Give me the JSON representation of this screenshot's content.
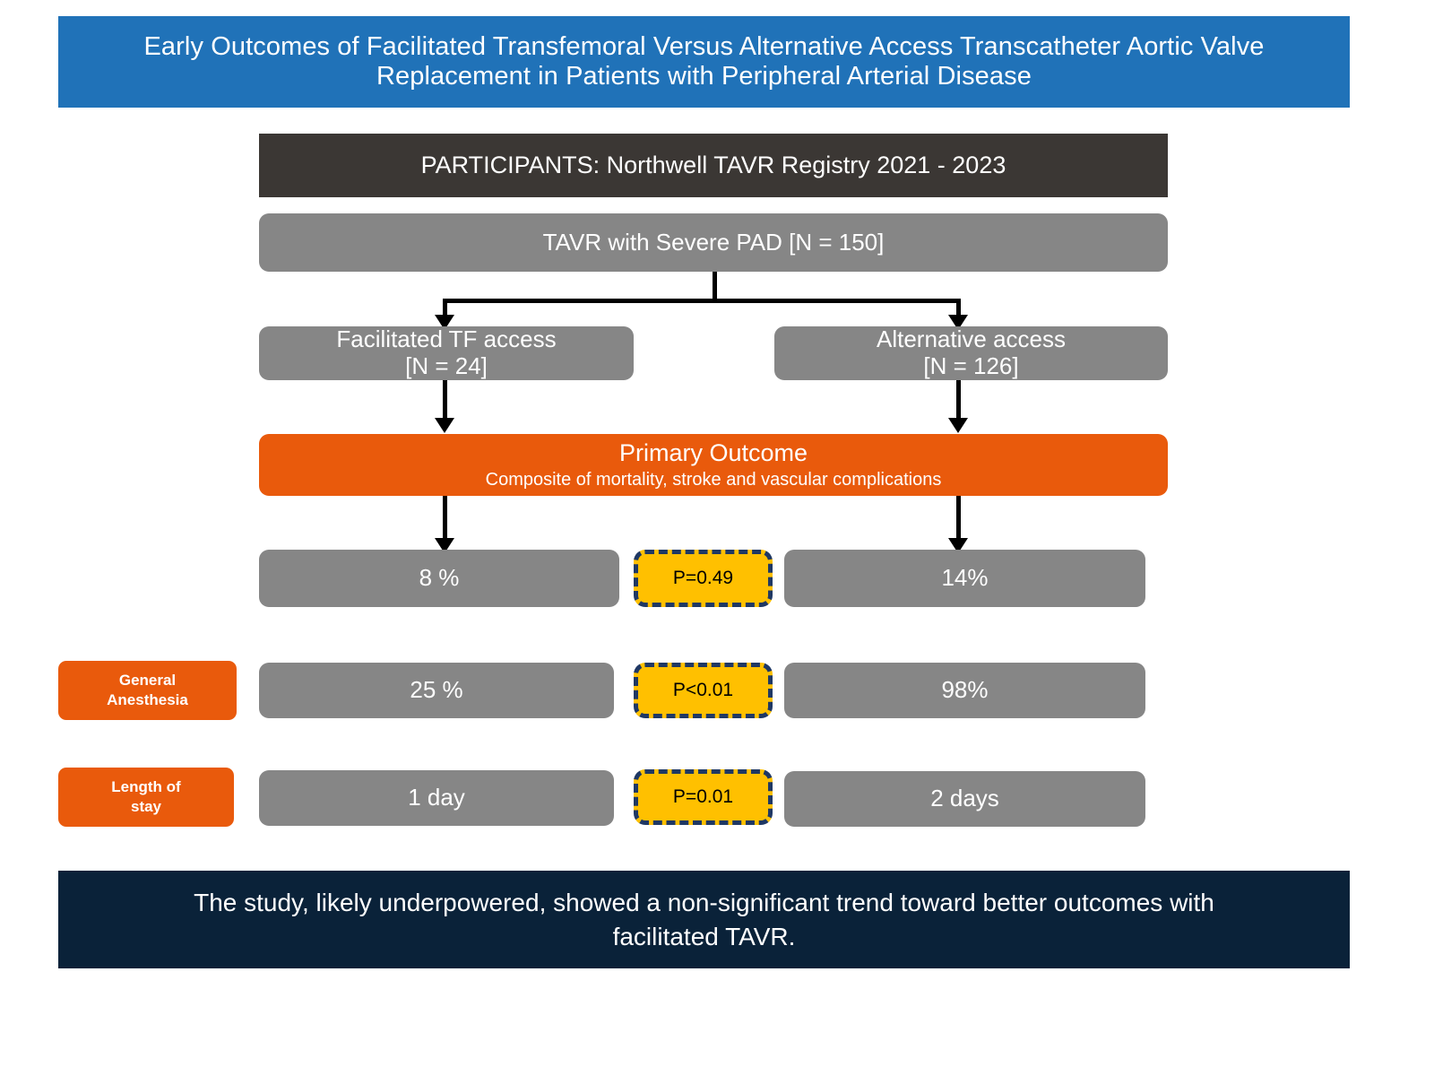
{
  "title": {
    "line1": "Early Outcomes of Facilitated Transfemoral Versus Alternative Access Transcatheter Aortic Valve",
    "line2": "Replacement in Patients with Peripheral Arterial Disease"
  },
  "participants": {
    "label": "PARTICIPANTS: Northwell TAVR Registry 2021 - 2023"
  },
  "cohort": {
    "label": "TAVR with Severe PAD [N = 150]"
  },
  "arms": {
    "left": {
      "name": "Facilitated TF access",
      "n": "[N = 24]"
    },
    "right": {
      "name": "Alternative access",
      "n": "[N = 126]"
    }
  },
  "primary_outcome": {
    "title": "Primary Outcome",
    "subtitle": "Composite of mortality, stroke and vascular complications"
  },
  "rows": [
    {
      "row_label": "",
      "left_value": "8 %",
      "p_value": "P=0.49",
      "right_value": "14%"
    },
    {
      "row_label_line1": "General",
      "row_label_line2": "Anesthesia",
      "left_value": "25 %",
      "p_value": "P<0.01",
      "right_value": "98%"
    },
    {
      "row_label_line1": "Length of",
      "row_label_line2": "stay",
      "left_value": "1 day",
      "p_value": "P=0.01",
      "right_value": "2 days"
    }
  ],
  "conclusion": {
    "line1": "The study, likely underpowered, showed a non-significant trend toward better outcomes with",
    "line2": "facilitated TAVR."
  },
  "colors": {
    "header_blue": "#2072b8",
    "participants_dark": "#3b3734",
    "gray": "#868686",
    "orange": "#e95a0c",
    "yellow": "#ffc000",
    "pvalue_border_navy": "#1f3864",
    "footer_navy": "#0a2239",
    "connector_black": "#000000",
    "text_white": "#ffffff"
  }
}
